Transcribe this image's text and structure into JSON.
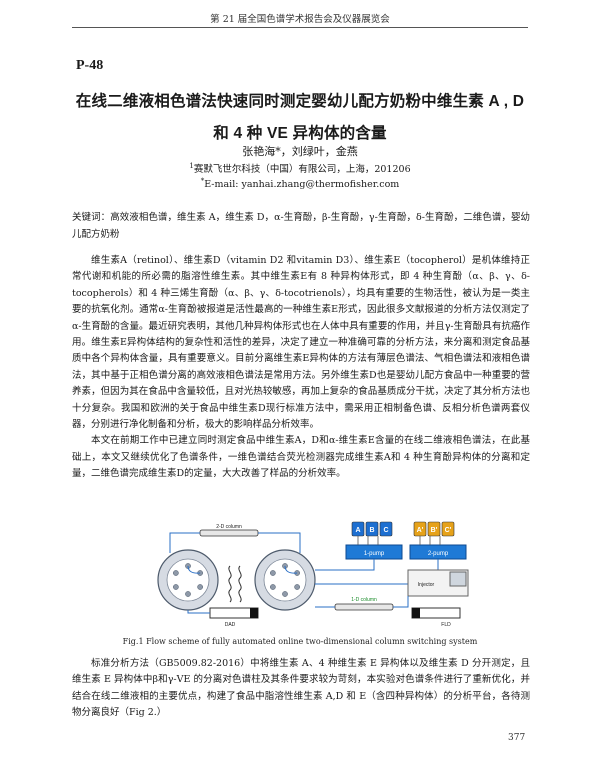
{
  "header": {
    "running_title": "第 21 届全国色谱学术报告会及仪器展览会"
  },
  "paper": {
    "id": "P-48",
    "title_line1": "在线二维液相色谱法快速同时测定婴幼儿配方奶粉中维生素 A , D",
    "title_line2": "和 4 种 VE 异构体的含量",
    "authors": "张艳海*，刘绿叶，金燕",
    "affiliation_mark": "1",
    "affiliation": "赛默飞世尔科技（中国）有限公司，上海，201206",
    "email_mark": "*",
    "email": "E-mail: yanhai.zhang@thermofisher.com",
    "keywords": "关键词：高效液相色谱，维生素 A，维生素 D，α-生育酚，β-生育酚，γ-生育酚，δ-生育酚，二维色谱，婴幼儿配方奶粉",
    "paragraph1": "维生素A（retinol）、维生素D（vitamin D2 和vitamin D3）、维生素E（tocopherol）是机体维持正常代谢和机能的所必需的脂溶性维生素。其中维生素E有 8 种异构体形式，即 4 种生育酚（α、β、γ、δ-tocopherols）和 4 种三烯生育酚（α、β、γ、δ-tocotrienols），均具有重要的生物活性，被认为是一类主要的抗氧化剂。通常α-生育酚被报道是活性最高的一种维生素E形式，因此很多文献报道的分析方法仅测定了α-生育酚的含量。最近研究表明，其他几种异构体形式也在人体中具有重要的作用，并且γ-生育酚具有抗癌作用。维生素E异构体结构的复杂性和活性的差异，决定了建立一种准确可靠的分析方法，来分离和测定食品基质中各个异构体含量，具有重要意义。目前分离维生素E异构体的方法有薄层色谱法、气相色谱法和液相色谱法，其中基于正相色谱分离的高效液相色谱法是常用方法。另外维生素D也是婴幼儿配方食品中一种重要的营养素，但因为其在食品中含量较低，且对光热较敏感，再加上复杂的食品基质成分干扰，决定了其分析方法也十分复杂。我国和欧洲的关于食品中维生素D现行标准方法中，需采用正相制备色谱、反相分析色谱两套仪器，分别进行净化制备和分析，极大的影响样品分析效率。",
    "paragraph2": "本文在前期工作中已建立同时测定食品中维生素A，D和α-维生素E含量的在线二维液相色谱法，在此基础上，本文又继续优化了色谱条件，一维色谱结合荧光检测器完成维生素A和 4 种生育酚异构体的分离和定量，二维色谱完成维生素D的定量，大大改善了样品的分析效率。",
    "figure_caption": "Fig.1 Flow scheme of fully automated online two-dimensional column switching system",
    "paragraph3": "标准分析方法（GB5009.82-2016）中将维生素 A、4 种维生素 E 异构体以及维生素 D 分开测定，且维生素 E 异构体中β和γ-VE 的分离对色谱柱及其条件要求较为苛刻，本实验对色谱条件进行了重新优化，并结合在线二维液相的主要优点，构建了食品中脂溶性维生素 A,D 和 E（含四种异构体）的分析平台，各待测物分离良好（Fig 2.）",
    "page_number": "377"
  },
  "figure": {
    "solvent_labels": [
      "A",
      "B",
      "C",
      "A'",
      "B'",
      "C'"
    ],
    "solvent_colors": [
      "#1d6fd1",
      "#1d6fd1",
      "#1d6fd1",
      "#e6a21a",
      "#e6a21a",
      "#e6a21a"
    ],
    "pump1_label": "1-pump",
    "pump2_label": "2-pump",
    "injector_label": "Injector",
    "column1_label": "1-D column",
    "column2_label": "2-D column",
    "detector1_label": "DAD",
    "detector2_label": "FLD"
  }
}
